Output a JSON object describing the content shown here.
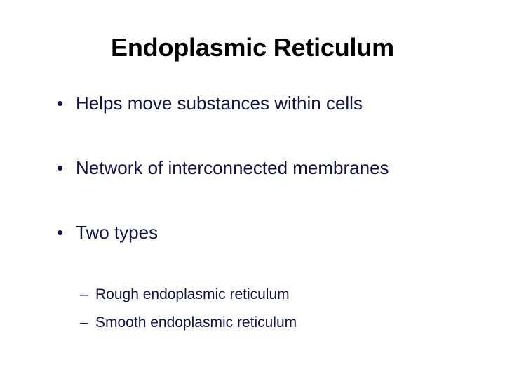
{
  "slide": {
    "title": "Endoplasmic Reticulum",
    "title_color": "#000000",
    "body_color": "#11114d",
    "background_color": "#ffffff",
    "bullets": [
      {
        "marker": "•",
        "marker_name": "round-bullet-icon",
        "text": "Helps move substances within cells",
        "level": 1
      },
      {
        "marker": "•",
        "marker_name": "round-bullet-icon",
        "text": "Network of interconnected membranes",
        "level": 1
      },
      {
        "marker": "•",
        "marker_name": "round-bullet-icon",
        "text": "Two types",
        "level": 1,
        "sub_bullets": [
          {
            "marker": "–",
            "marker_name": "dash-bullet-icon",
            "text": "Rough endoplasmic reticulum",
            "level": 2
          },
          {
            "marker": "–",
            "marker_name": "dash-bullet-icon",
            "text": "Smooth endoplasmic reticulum",
            "level": 2
          }
        ]
      }
    ]
  }
}
